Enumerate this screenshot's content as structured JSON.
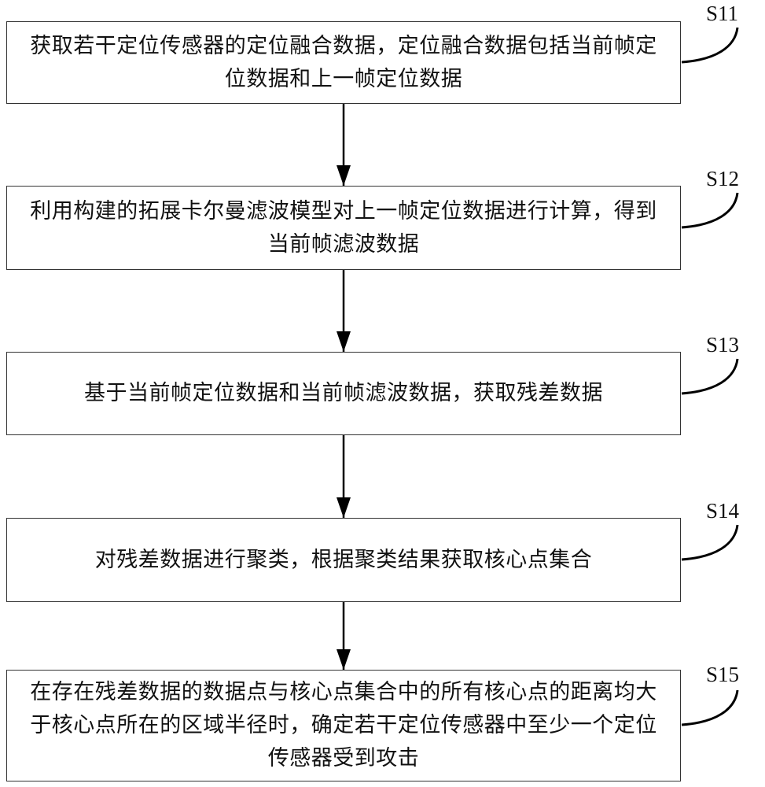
{
  "steps": [
    {
      "id": "S11",
      "text": "获取若干定位传感器的定位融合数据，定位融合数据包括当前帧定位数据和上一帧定位数据"
    },
    {
      "id": "S12",
      "text": "利用构建的拓展卡尔曼滤波模型对上一帧定位数据进行计算，得到当前帧滤波数据"
    },
    {
      "id": "S13",
      "text": "基于当前帧定位数据和当前帧滤波数据，获取残差数据"
    },
    {
      "id": "S14",
      "text": "对残差数据进行聚类，根据聚类结果获取核心点集合"
    },
    {
      "id": "S15",
      "text": "在存在残差数据的数据点与核心点集合中的所有核心点的距离均大于核心点所在的区域半径时，确定若干定位传感器中至少一个定位传感器受到攻击"
    }
  ]
}
